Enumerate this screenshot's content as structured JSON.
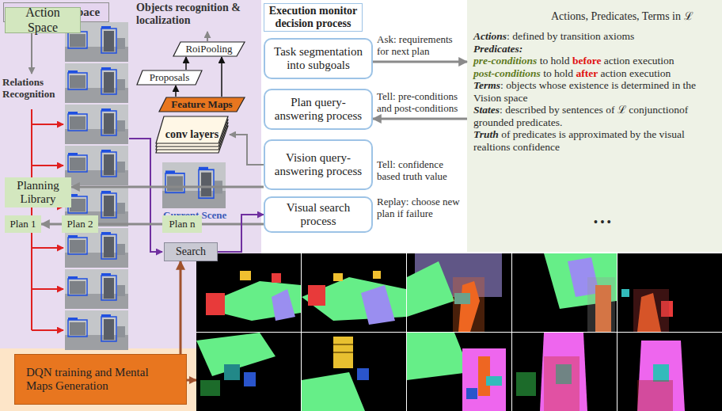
{
  "diagram": {
    "nodes": [
      {
        "text": [
          "Perception Space",
          "Objects recognition & localization",
          "Relations Recognition",
          "Current Scene"
        ]
      },
      {
        "text": [
          "RoiPooling"
        ],
        "in": 0
      },
      {
        "text": [
          "Proposals"
        ],
        "in": 0
      },
      {
        "text": [
          "Feature Maps"
        ],
        "in": 0
      },
      {
        "text": [
          "conv layers"
        ],
        "in": 0
      },
      {
        "text": [
          "Search"
        ],
        "in": 0
      },
      {
        "text": [
          "Execution monitor decision process"
        ]
      },
      {
        "text": [
          "Task segmentation into subgoals"
        ]
      },
      {
        "text": [
          "Plan query-answering process"
        ]
      },
      {
        "text": [
          "Vision query-answering process"
        ]
      },
      {
        "text": [
          "Visual search process"
        ]
      },
      {
        "text": [
          "Actions, Predicates, Terms in ℒ",
          "Actions",
          ": defined by transition axioms",
          "Predicates:",
          "pre-conditions",
          " to hold ",
          "before",
          " action execution",
          "post-conditions",
          " to hold ",
          "after",
          " action execution",
          "Terms",
          ": objects whose existence is determined in the Vision space",
          "States",
          ": described by sentences of ℒ conjunctionof grounded predicates.",
          "Truth",
          " of predicates is approximated by the visual realtions confidence",
          "• • •"
        ]
      },
      {
        "text": [
          "Action Space"
        ],
        "in": 11
      },
      {
        "text": [
          "Planning Library"
        ],
        "in": 11
      },
      {
        "text": [
          "Plan 1"
        ],
        "in": 11
      },
      {
        "text": [
          "Plan 2"
        ],
        "in": 11
      },
      {
        "text": [
          "Plan n"
        ],
        "in": 11
      },
      {
        "text": [
          "DQN training and Mental Maps Generation"
        ]
      }
    ],
    "edges": [
      {
        "from": 7,
        "to": 11,
        "arrow": "to",
        "label": "Ask: requirements for next plan"
      },
      {
        "from": 11,
        "to": 8,
        "arrow": "to",
        "label": "Tell: pre-conditions and post-conditions"
      },
      {
        "from": 9,
        "to": 13,
        "arrow": "to",
        "label": "Tell: confidence based truth value"
      },
      {
        "from": 10,
        "to": 14,
        "arrow": "to",
        "label": "Replay: choose new plan if failure"
      },
      {
        "from": 5,
        "to": 10,
        "arrow": "to"
      },
      {
        "from": 17,
        "to": 5,
        "arrow": "to"
      },
      {
        "from": 9,
        "to": 4,
        "arrow": "to"
      },
      {
        "from": 3,
        "to": 2,
        "arrow": "to"
      },
      {
        "from": 2,
        "to": 1,
        "arrow": "to"
      },
      {
        "from": 3,
        "to": 1,
        "arrow": "to"
      }
    ]
  }
}
